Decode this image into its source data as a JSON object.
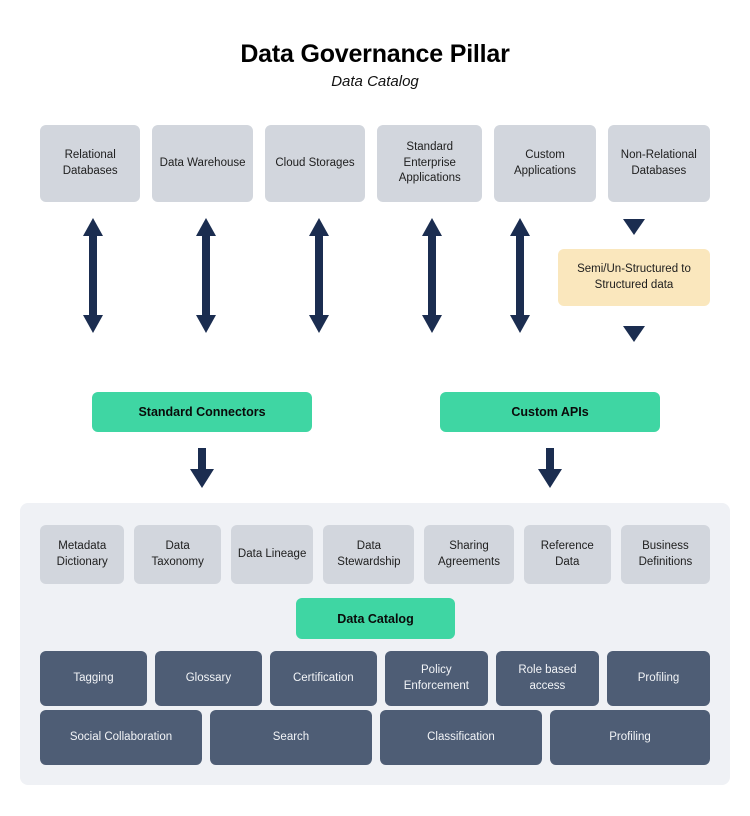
{
  "header": {
    "title": "Data Governance Pillar",
    "subtitle": "Data Catalog"
  },
  "colors": {
    "source_box": "#d2d6dd",
    "green": "#3fd6a3",
    "slate": "#4e5d75",
    "yellow": "#fae7bd",
    "arrow": "#1b2d50",
    "panel": "#eff1f5",
    "page_background": "#ffffff"
  },
  "sources": [
    {
      "label": "Relational Databases"
    },
    {
      "label": "Data Warehouse"
    },
    {
      "label": "Cloud Storages"
    },
    {
      "label": "Standard Enterprise Applications"
    },
    {
      "label": "Custom Applications"
    },
    {
      "label": "Non-Relational Databases"
    }
  ],
  "transform": {
    "label": "Semi/Un-Structured to Structured data"
  },
  "connectors": [
    {
      "label": "Standard Connectors"
    },
    {
      "label": "Custom APIs"
    }
  ],
  "catalog_panel": {
    "capabilities": [
      {
        "label": "Metadata Dictionary"
      },
      {
        "label": "Data Taxonomy"
      },
      {
        "label": "Data Lineage"
      },
      {
        "label": "Data Stewardship"
      },
      {
        "label": "Sharing Agreements"
      },
      {
        "label": "Reference Data"
      },
      {
        "label": "Business Definitions"
      }
    ],
    "core": {
      "label": "Data Catalog"
    },
    "features_row1": [
      {
        "label": "Tagging"
      },
      {
        "label": "Glossary"
      },
      {
        "label": "Certification"
      },
      {
        "label": "Policy Enforcement"
      },
      {
        "label": "Role based access"
      },
      {
        "label": "Profiling"
      }
    ],
    "features_row2": [
      {
        "label": "Social Collaboration"
      },
      {
        "label": "Search"
      },
      {
        "label": "Classification"
      },
      {
        "label": "Profiling"
      }
    ]
  },
  "arrows": {
    "bidirectional_count": 5,
    "down_into_transform": "down-triangle-icon",
    "down_out_of_transform": "down-triangle-icon",
    "down_to_connectors_count": 2
  }
}
